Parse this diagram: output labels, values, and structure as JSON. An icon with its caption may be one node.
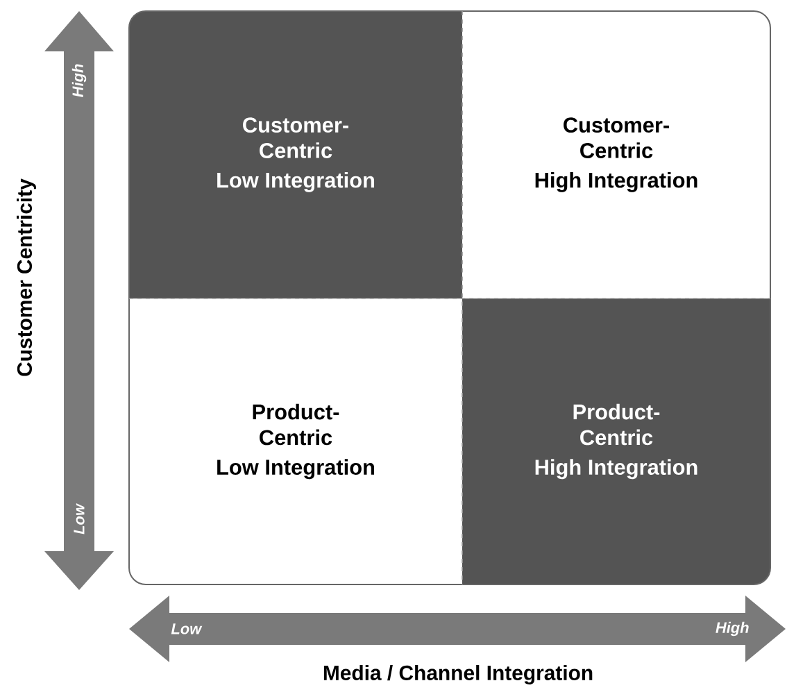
{
  "diagram": {
    "nodes": [
      {
        "text": [
          "Customer- Centric",
          "Low Integration"
        ]
      },
      {
        "text": [
          "Customer- Centric",
          "High Integration"
        ]
      },
      {
        "text": [
          "Product- Centric",
          "Low Integration"
        ]
      },
      {
        "text": [
          "Product- Centric",
          "High Integration"
        ]
      }
    ],
    "labels": [
      "High",
      "Low",
      "Customer Centricity",
      "Low",
      "High",
      "Media / Channel Integration"
    ]
  }
}
